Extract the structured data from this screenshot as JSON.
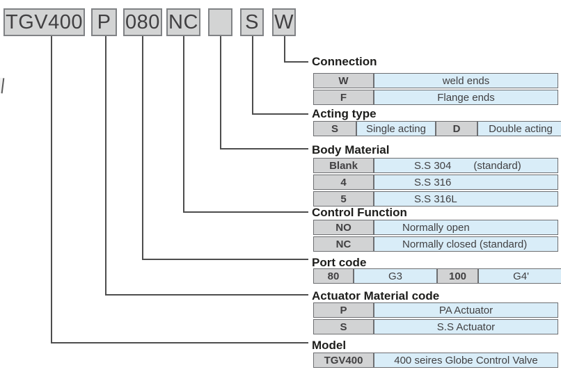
{
  "code_boxes": {
    "model": "TGV400",
    "actuator": "P",
    "port": "080",
    "control": "NC",
    "body": "",
    "acting": "S",
    "connection": "W"
  },
  "sections": [
    {
      "title": "Connection",
      "rows": [
        {
          "key": "W",
          "value": "weld ends"
        },
        {
          "key": "F",
          "value": "Flange ends"
        }
      ]
    },
    {
      "title": "Acting type",
      "rows": [
        {
          "key": "S",
          "value": "Single acting",
          "key2": "D",
          "value2": "Double acting"
        }
      ]
    },
    {
      "title": "Body Material",
      "rows": [
        {
          "key": "Blank",
          "value": "S.S 304",
          "note": "(standard)"
        },
        {
          "key": "4",
          "value": "S.S 316"
        },
        {
          "key": "5",
          "value": "S.S 316L"
        }
      ]
    },
    {
      "title": "Control Function",
      "rows": [
        {
          "key": "NO",
          "value": "Normally open"
        },
        {
          "key": "NC",
          "value": "Normally closed (standard)"
        }
      ]
    },
    {
      "title": "Port code",
      "rows": [
        {
          "key": "80",
          "value": "G3",
          "key2": "100",
          "value2": "G4'"
        }
      ]
    },
    {
      "title": "Actuator Material code",
      "rows": [
        {
          "key": "P",
          "value": "PA Actuator"
        },
        {
          "key": "S",
          "value": "S.S Actuator"
        }
      ]
    },
    {
      "title": "Model",
      "rows": [
        {
          "key": "TGV400",
          "value": "400 seires Globe Control Valve"
        }
      ]
    }
  ],
  "colors": {
    "key_cell": "#d2d3d4",
    "value_cell": "#d9edf8",
    "box_fill": "#d3d4d4",
    "box_border": "#808285",
    "cell_border": "#6d6e71",
    "connector_line": "#4d4d4d"
  }
}
